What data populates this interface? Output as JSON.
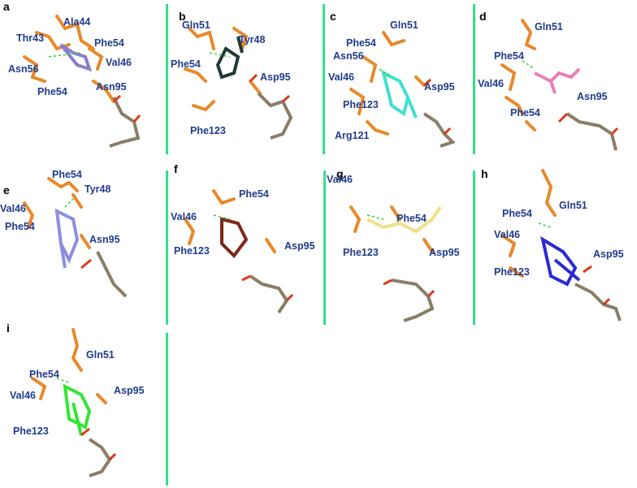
{
  "figure": {
    "divider_color": "#33e08a",
    "residue_color": "#e8892b",
    "label_color": "#1f3b8c",
    "panels": [
      {
        "id": "a",
        "label": "a",
        "ligand_color": "#8a7fc9",
        "residues": [
          "Ala44",
          "Thr43",
          "Phe54",
          "Val46",
          "Asn56",
          "Phe54",
          "Asn95"
        ]
      },
      {
        "id": "b",
        "label": "b",
        "ligand_color": "#1e3a36",
        "residues": [
          "Gln51",
          "Tyr48",
          "Phe54",
          "Asp95",
          "Phe123"
        ]
      },
      {
        "id": "c",
        "label": "c",
        "ligand_color": "#40e0d0",
        "residues": [
          "Gln51",
          "Phe54",
          "Asn56",
          "Val46",
          "Asp95",
          "Phe123",
          "Arg121"
        ]
      },
      {
        "id": "d",
        "label": "d",
        "ligand_color": "#e87fb8",
        "residues": [
          "Gln51",
          "Phe54",
          "Val46",
          "Asn95",
          "Phe54"
        ]
      },
      {
        "id": "e",
        "label": "e",
        "ligand_color": "#8c8fe0",
        "residues": [
          "Phe54",
          "Tyr48",
          "Val46",
          "Phe54",
          "Asn95"
        ]
      },
      {
        "id": "f",
        "label": "f",
        "ligand_color": "#7a2a1a",
        "residues": [
          "Phe54",
          "Val46",
          "Phe123",
          "Asp95"
        ]
      },
      {
        "id": "g",
        "label": "g",
        "ligand_color": "#f0e08a",
        "residues": [
          "Val46",
          "Phe54",
          "Phe123",
          "Asp95"
        ]
      },
      {
        "id": "h",
        "label": "h",
        "ligand_color": "#2a2ad6",
        "residues": [
          "Gln51",
          "Phe54",
          "Val46",
          "Phe123",
          "Asp95"
        ]
      },
      {
        "id": "i",
        "label": "i",
        "ligand_color": "#33e633",
        "residues": [
          "Gln51",
          "Phe54",
          "Val46",
          "Asp95",
          "Phe123"
        ]
      }
    ]
  }
}
